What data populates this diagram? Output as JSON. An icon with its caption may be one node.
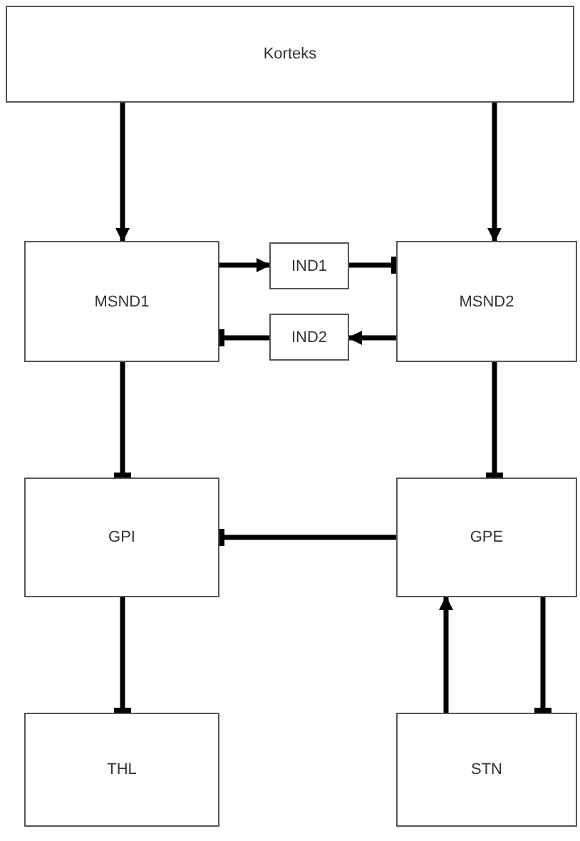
{
  "diagram": {
    "nodes": [
      {
        "text": [
          "Korteks"
        ]
      },
      {
        "text": [
          "MSND1"
        ]
      },
      {
        "text": [
          "IND1"
        ]
      },
      {
        "text": [
          "MSND2"
        ]
      },
      {
        "text": [
          "IND2"
        ]
      },
      {
        "text": [
          "GPI"
        ]
      },
      {
        "text": [
          "GPE"
        ]
      },
      {
        "text": [
          "THL"
        ]
      },
      {
        "text": [
          "STN"
        ]
      }
    ],
    "edges": [
      {
        "from": 0,
        "to": 1,
        "arrow": "to"
      },
      {
        "from": 0,
        "to": 3,
        "arrow": "to"
      },
      {
        "from": 1,
        "to": 2,
        "arrow": "to"
      },
      {
        "from": 2,
        "to": 3,
        "arrow": "other"
      },
      {
        "from": 3,
        "to": 4,
        "arrow": "to"
      },
      {
        "from": 4,
        "to": 1,
        "arrow": "other"
      },
      {
        "from": 1,
        "to": 5,
        "arrow": "other"
      },
      {
        "from": 3,
        "to": 6,
        "arrow": "other"
      },
      {
        "from": 6,
        "to": 5,
        "arrow": "other"
      },
      {
        "from": 5,
        "to": 7,
        "arrow": "other"
      },
      {
        "from": 8,
        "to": 6,
        "arrow": "to"
      },
      {
        "from": 6,
        "to": 8,
        "arrow": "other"
      }
    ]
  }
}
